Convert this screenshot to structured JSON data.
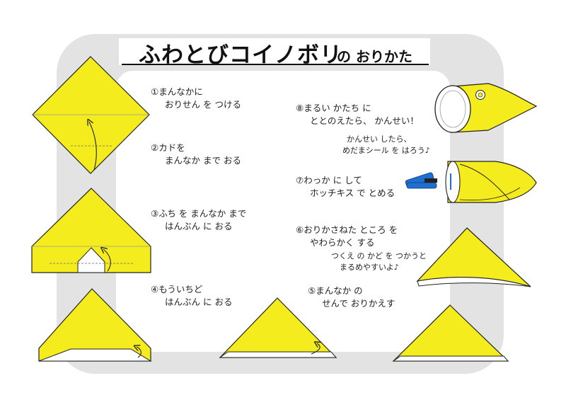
{
  "title": {
    "main": "ふわとびコイノボリ",
    "sub": "の おりかた"
  },
  "steps": [
    {
      "line1": "①まんなかに",
      "line2": "おりせん を つける"
    },
    {
      "line1": "②カドを",
      "line2": "まんなか まで おる"
    },
    {
      "line1": "③ふち を まんなか まで",
      "line2": "はんぶん に おる"
    },
    {
      "line1": "④もういちど",
      "line2": "はんぶん に おる"
    },
    {
      "line1": "⑤まんなか の",
      "line2": "せんで おりかえす"
    },
    {
      "line1": "⑥おりかさねた ところ を",
      "line2": "やわらかく する"
    },
    {
      "line1": "⑦わっか に して",
      "line2": "ホッチキス で とめる"
    },
    {
      "line1": "⑧まるい かたち に",
      "line2": "ととのえたら、 かんせい！"
    }
  ],
  "notes": {
    "step6": {
      "line1": "つくえ の かど を つかうと",
      "line2": "まるめやすいよ♪"
    },
    "step8": {
      "line1": "かんせい したら、",
      "line2": "めだまシール を はろう♪"
    }
  },
  "colors": {
    "paper": "#f5ec1d",
    "frame": "#e3e3e3",
    "stapler": "#1f6fd1"
  },
  "icons": [
    "fold-arrow-icon",
    "stapler-icon",
    "eye-sticker-icon"
  ]
}
